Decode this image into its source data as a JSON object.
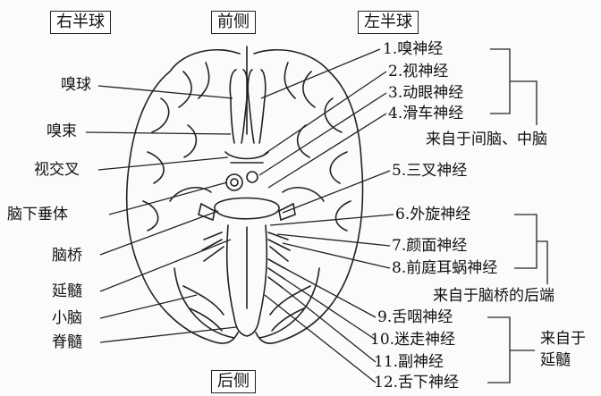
{
  "header": {
    "right_hemisphere": "右半球",
    "front": "前侧",
    "left_hemisphere": "左半球",
    "back": "后侧"
  },
  "left_labels": {
    "olfactory_bulb": "嗅球",
    "olfactory_tract": "嗅束",
    "optic_chiasm": "视交叉",
    "pituitary": "脑下垂体",
    "pons": "脑桥",
    "medulla": "延髓",
    "cerebellum": "小脑",
    "spinal_cord": "脊髓"
  },
  "nerves": [
    "1.嗅神经",
    "2.视神经",
    "3.动眼神经",
    "4.滑车神经",
    "5.三叉神经",
    "6.外旋神经",
    "7.颜面神经",
    "8.前庭耳蜗神经",
    "9.舌咽神经",
    "10.迷走神经",
    "11.副神经",
    "12.舌下神经"
  ],
  "groups": {
    "diencephalon_midbrain": "来自于间脑、中脑",
    "pons_rear": "来自于脑桥的后端",
    "medulla_line1": "来自于",
    "medulla_line2": "延髓"
  }
}
